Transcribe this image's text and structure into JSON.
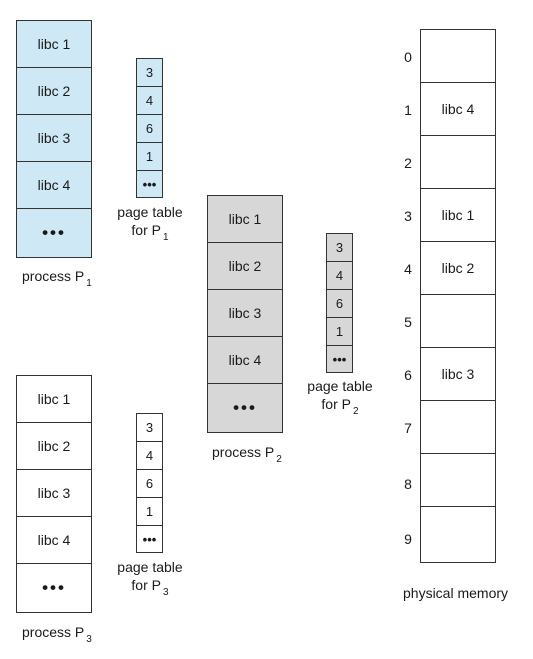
{
  "processes": [
    {
      "id": "p1",
      "fill": "#cfe8f6",
      "cells": [
        "libc 1",
        "libc 2",
        "libc 3",
        "libc 4",
        "•••"
      ],
      "caption": {
        "text": "process  P",
        "subscript": "1"
      }
    },
    {
      "id": "p2",
      "fill": "#d7d7d7",
      "cells": [
        "libc 1",
        "libc 2",
        "libc 3",
        "libc 4",
        "•••"
      ],
      "caption": {
        "text": "process  P",
        "subscript": "2"
      }
    },
    {
      "id": "p3",
      "fill": "#ffffff",
      "cells": [
        "libc 1",
        "libc 2",
        "libc 3",
        "libc 4",
        "•••"
      ],
      "caption": {
        "text": "process  P",
        "subscript": "3"
      }
    }
  ],
  "page_tables": [
    {
      "id": "pt1",
      "fill": "#cfe8f6",
      "entries": [
        "3",
        "4",
        "6",
        "1",
        "•••"
      ],
      "caption_line1": "page table",
      "caption_line2": "for P",
      "subscript": "1"
    },
    {
      "id": "pt2",
      "fill": "#d7d7d7",
      "entries": [
        "3",
        "4",
        "6",
        "1",
        "•••"
      ],
      "caption_line1": "page table",
      "caption_line2": "for P",
      "subscript": "2"
    },
    {
      "id": "pt3",
      "fill": "#ffffff",
      "entries": [
        "3",
        "4",
        "6",
        "1",
        "•••"
      ],
      "caption_line1": "page table",
      "caption_line2": "for P",
      "subscript": "3"
    }
  ],
  "physical_memory": {
    "caption": "physical memory",
    "frames": [
      {
        "index": "0",
        "content": ""
      },
      {
        "index": "1",
        "content": "libc 4"
      },
      {
        "index": "2",
        "content": ""
      },
      {
        "index": "3",
        "content": "libc 1"
      },
      {
        "index": "4",
        "content": "libc 2"
      },
      {
        "index": "5",
        "content": ""
      },
      {
        "index": "6",
        "content": "libc 3"
      },
      {
        "index": "7",
        "content": ""
      },
      {
        "index": "8",
        "content": ""
      },
      {
        "index": "9",
        "content": ""
      }
    ]
  }
}
